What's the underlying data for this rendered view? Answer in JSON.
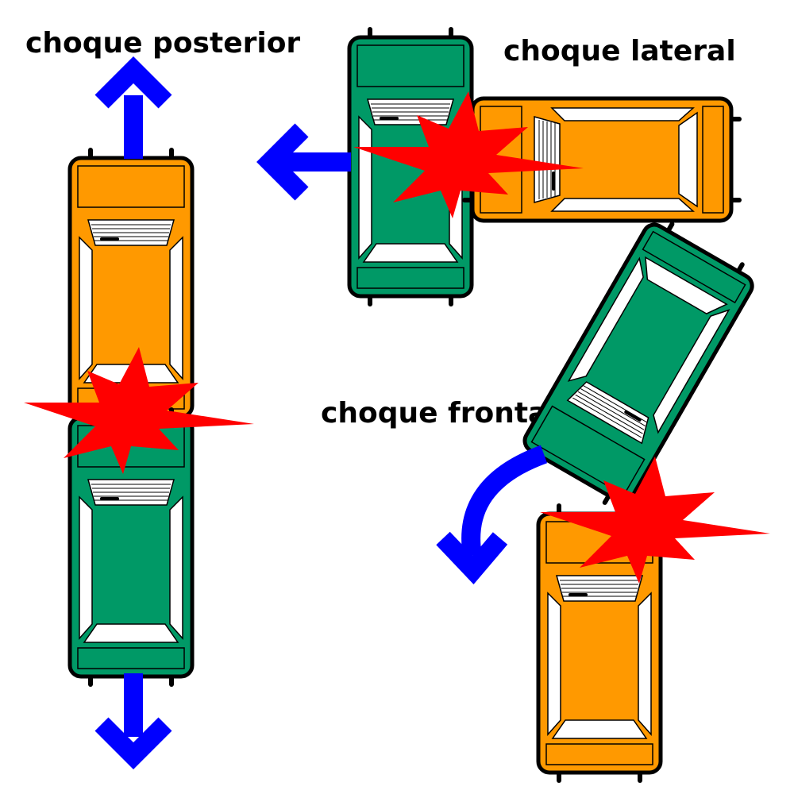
{
  "labels": {
    "rear_collision": "choque posterior",
    "side_collision": "choque lateral",
    "frontal_collision": "choque frontal"
  },
  "colors": {
    "car_orange": "#FF9900",
    "car_green": "#009966",
    "arrow": "#0000FF",
    "impact": "#FF0000",
    "outline": "#000000",
    "glass": "#FFFFFF"
  }
}
